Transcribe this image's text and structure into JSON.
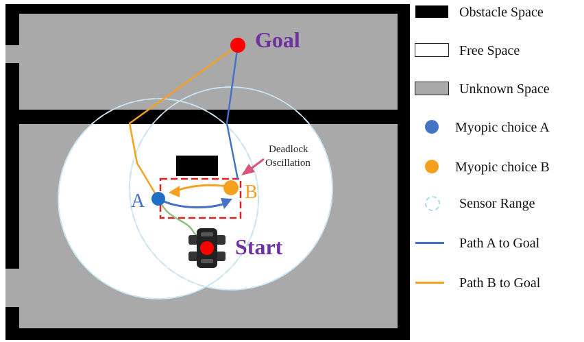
{
  "colors": {
    "obstacle": "#000000",
    "free": "#ffffff",
    "unknown": "#a9a9a9",
    "sensor": "#a8d8ee",
    "path_a": "#4472c4",
    "path_b": "#f5a11f",
    "goal": "#ff0000",
    "label_purple": "#7030a0",
    "deadlock": "#e02020",
    "arrow_pink": "#d9537a",
    "robot_trail": "#8ec07c"
  },
  "map": {
    "goal_label": "Goal",
    "start_label": "Start",
    "point_a_label": "A",
    "point_b_label": "B",
    "deadlock_line1": "Deadlock",
    "deadlock_line2": "Oscillation"
  },
  "legend": {
    "obstacle": "Obstacle Space",
    "free": "Free Space",
    "unknown": "Unknown Space",
    "myopic_a": "Myopic choice A",
    "myopic_b": "Myopic choice B",
    "sensor": "Sensor Range",
    "path_a": "Path A to Goal",
    "path_b": "Path B to Goal"
  },
  "icons": [
    "robot-icon",
    "goal-marker-icon",
    "start-marker-icon"
  ]
}
